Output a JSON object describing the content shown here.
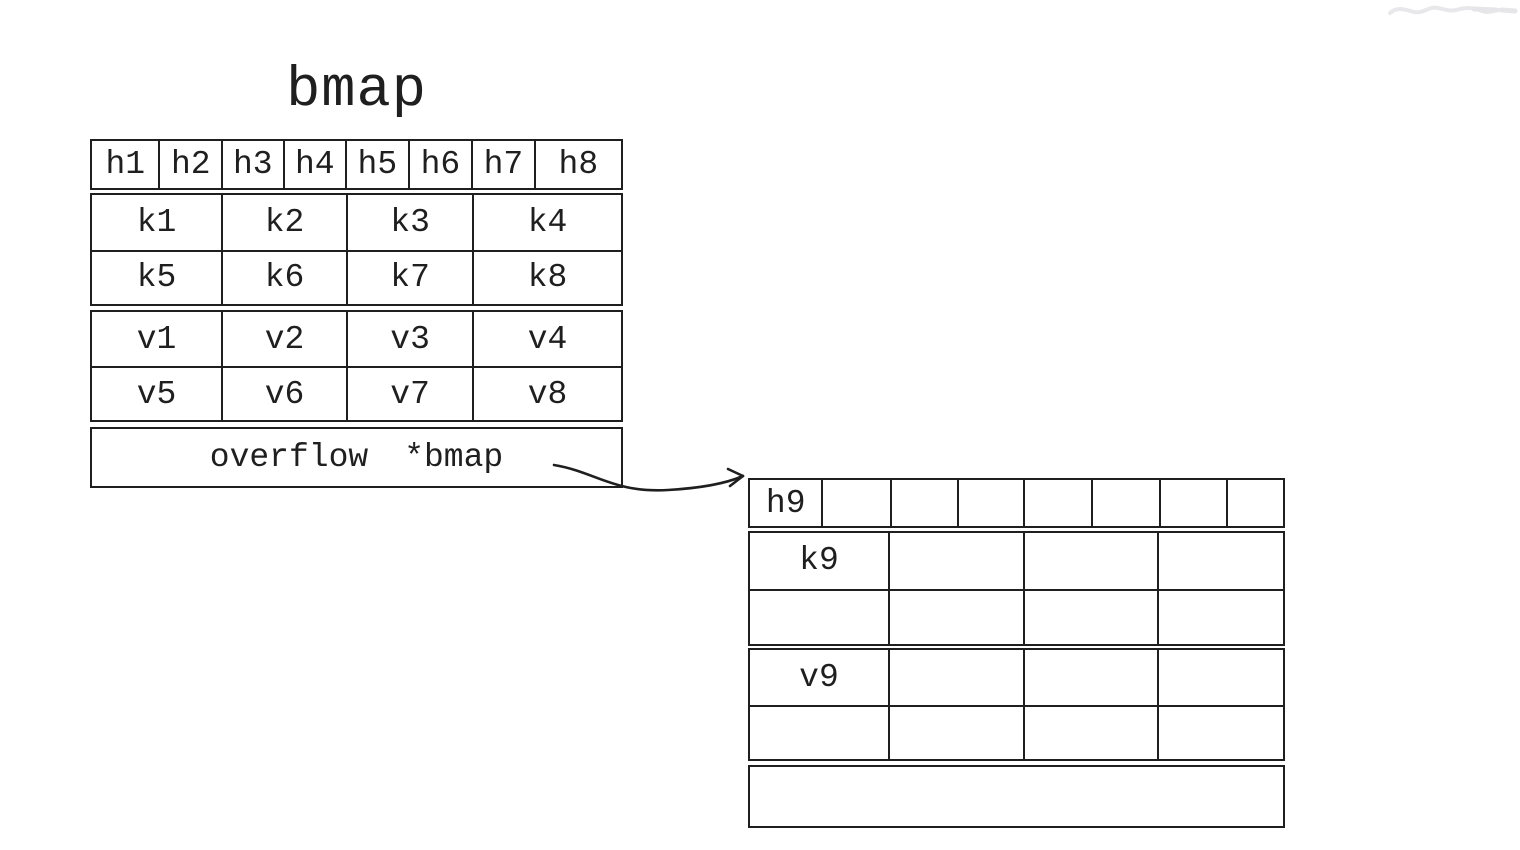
{
  "canvas": {
    "background_color": "#ffffff",
    "ink_color": "#1f1f1f"
  },
  "bucket": {
    "title": "bmap",
    "tophash": [
      "h1",
      "h2",
      "h3",
      "h4",
      "h5",
      "h6",
      "h7",
      "h8"
    ],
    "keys": [
      [
        "k1",
        "k2",
        "k3",
        "k4"
      ],
      [
        "k5",
        "k6",
        "k7",
        "k8"
      ]
    ],
    "values": [
      [
        "v1",
        "v2",
        "v3",
        "v4"
      ],
      [
        "v5",
        "v6",
        "v7",
        "v8"
      ]
    ],
    "overflow_field": "overflow",
    "overflow_type": "*bmap"
  },
  "overflow_bucket": {
    "tophash": [
      "h9",
      "",
      "",
      "",
      "",
      "",
      "",
      ""
    ],
    "keys": [
      [
        "k9",
        "",
        "",
        ""
      ],
      [
        "",
        "",
        "",
        ""
      ]
    ],
    "values": [
      [
        "v9",
        "",
        "",
        ""
      ],
      [
        "",
        "",
        "",
        ""
      ]
    ],
    "overflow_field": "",
    "overflow_type": ""
  },
  "icons": {
    "overflow_pointer_arrow": "curved-right-arrow",
    "watermark_scribble": "faint-pen-scribble"
  }
}
